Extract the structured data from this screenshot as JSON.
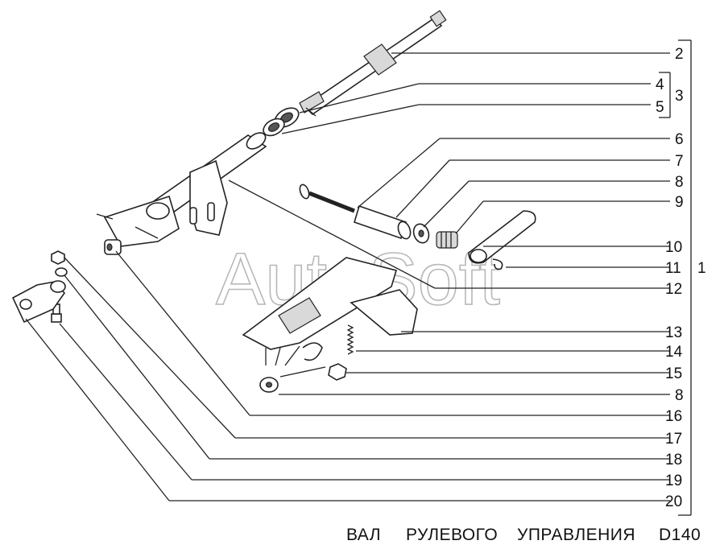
{
  "watermark": "AutoSoft",
  "footer": {
    "title_word1": "ВАЛ",
    "title_word2": "РУЛЕВОГО",
    "title_word3": "УПРАВЛЕНИЯ",
    "code": "D140"
  },
  "callouts": {
    "c2": "2",
    "c4": "4",
    "c3": "3",
    "c5": "5",
    "c6": "6",
    "c7": "7",
    "c8a": "8",
    "c9": "9",
    "c10": "10",
    "c11": "11",
    "c1": "1",
    "c12": "12",
    "c13": "13",
    "c14": "14",
    "c15": "15",
    "c8b": "8",
    "c16": "16",
    "c17": "17",
    "c18": "18",
    "c19": "19",
    "c20": "20"
  }
}
